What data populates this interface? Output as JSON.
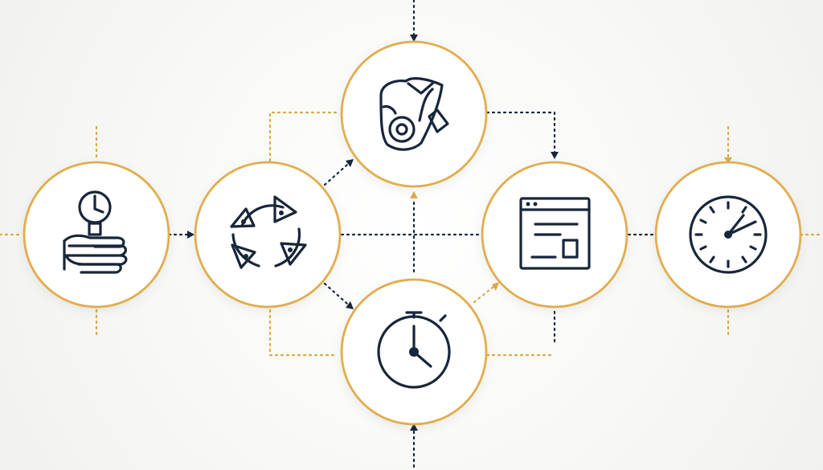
{
  "diagram": {
    "type": "process-flow",
    "colors": {
      "background": "#f7f7f5",
      "ring": "#e1ad4d",
      "icon": "#18263a",
      "gold_connector": "#dba845",
      "dark_connector": "#18263a"
    },
    "nodes": [
      {
        "icon": "hand-holding-clock-icon"
      },
      {
        "icon": "cycle-arrows-icon"
      },
      {
        "icon": "mask-ticket-icon"
      },
      {
        "icon": "stopwatch-icon"
      },
      {
        "icon": "browser-window-icon"
      },
      {
        "icon": "clock-icon"
      }
    ],
    "connectors": [
      "top-input-to-top-node",
      "left-to-cycle",
      "cycle-to-top",
      "cycle-to-bottom",
      "bottom-to-window",
      "top-to-window",
      "window-to-clock",
      "center-horizontal-link",
      "center-vertical-link"
    ]
  }
}
